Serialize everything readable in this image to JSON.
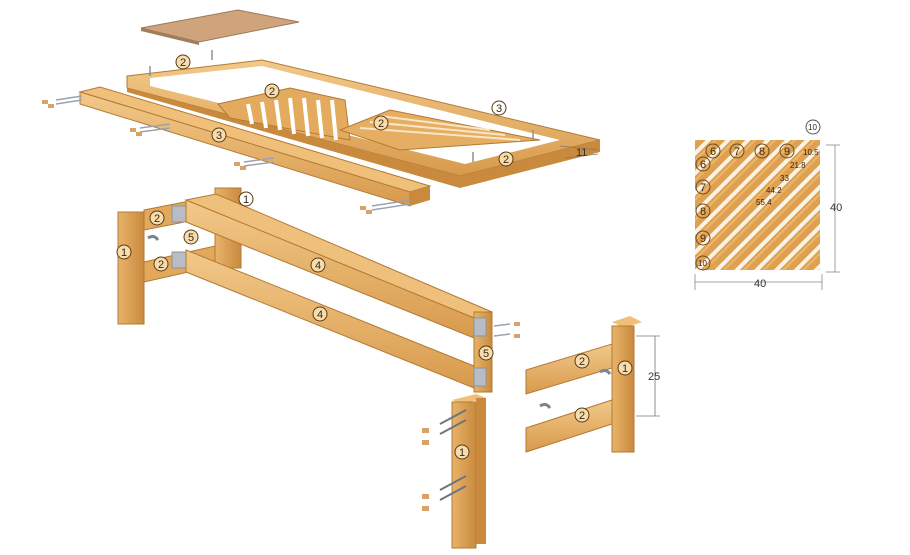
{
  "diagram": {
    "type": "exploded-assembly",
    "subject": "wooden table with diagonal slatted top",
    "colors": {
      "wood": "#e0a85a",
      "wood_dark": "#c1843c",
      "wood_light": "#f0c886",
      "panel": "#c9a27a",
      "metal": "#b8bcc4",
      "dim_line": "#777777"
    },
    "part_labels": {
      "frame_top": "2",
      "frame_mid": "2",
      "slats_left": "2",
      "slats_right": "2",
      "frame_right": "2",
      "rail_diag": "3",
      "rail_long": "3",
      "leg_back": "1",
      "leg_left": "1",
      "bracket_top_left": "2",
      "bracket_bot_left": "2",
      "connector_left": "5",
      "stretcher_top": "4",
      "stretcher_bot": "4",
      "connector_right": "5",
      "leg_front": "1",
      "leg_right": "1",
      "bracket_top_right": "2",
      "bracket_bot_right": "2"
    },
    "dimensions": {
      "frame_height": "11",
      "leg_spacing": "25"
    },
    "detail": {
      "width": "40",
      "height": "40",
      "top_labels": [
        "6",
        "7",
        "8",
        "9",
        "10.5"
      ],
      "top_marker": "10",
      "side_labels": [
        "6",
        "7",
        "8",
        "9",
        "10"
      ],
      "diagonals": [
        "21.8",
        "33",
        "44.2",
        "55.4"
      ]
    }
  }
}
